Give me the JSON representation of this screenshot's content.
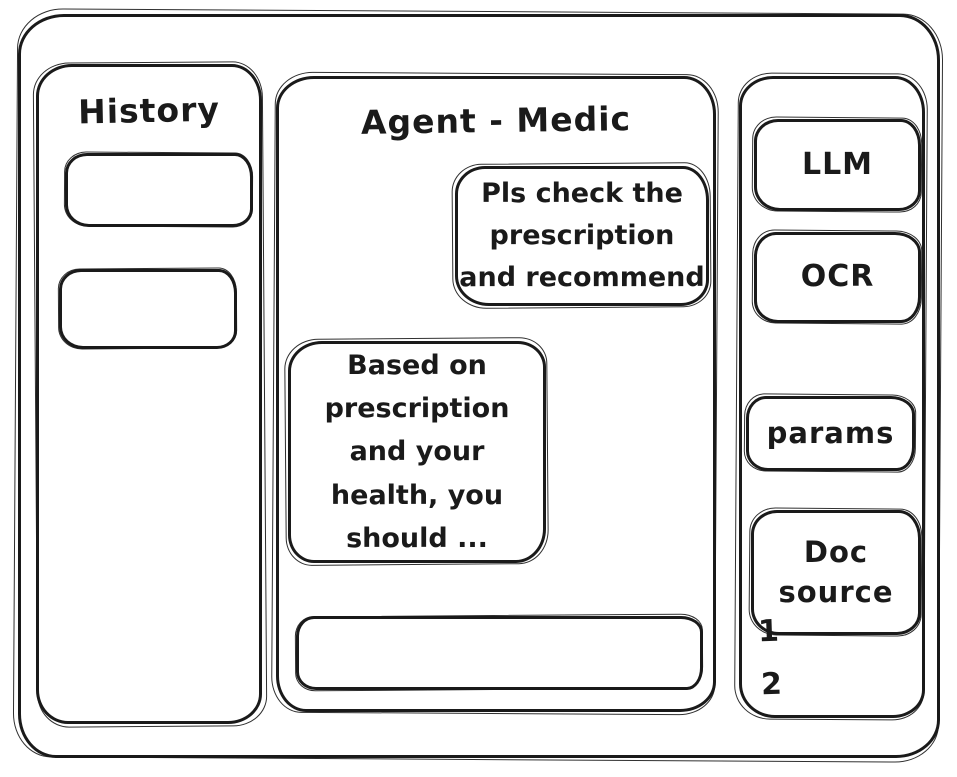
{
  "window": {
    "background": "#ffffff",
    "ink": "#1a1a1a"
  },
  "history_panel": {
    "title": "History",
    "items": [
      {
        "label": ""
      },
      {
        "label": ""
      }
    ]
  },
  "chat_panel": {
    "title": "Agent - Medic",
    "messages": [
      {
        "role": "user",
        "text": "Pls check the\nprescription\nand recommend"
      },
      {
        "role": "assistant",
        "text": "Based on\nprescription\nand your\nhealth, you\nshould ..."
      }
    ],
    "input": {
      "value": ""
    }
  },
  "tools_panel": {
    "llm_label": "LLM",
    "ocr_label": "OCR",
    "params_label": "params",
    "doc_source_label": "Doc\nsource",
    "source_numbers": [
      "1",
      "2"
    ]
  }
}
